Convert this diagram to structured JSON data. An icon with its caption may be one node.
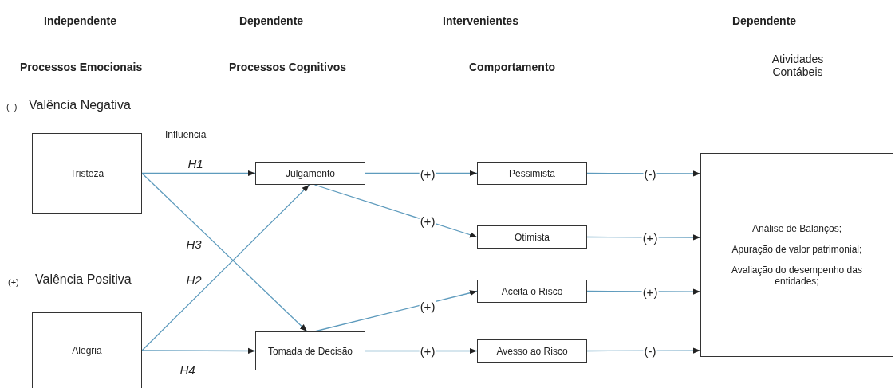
{
  "diagram": {
    "nodes": [
      {
        "text": [
          "Tristeza"
        ]
      },
      {
        "text": [
          "Alegria"
        ]
      },
      {
        "text": [
          "Julgamento"
        ]
      },
      {
        "text": [
          "Tomada de Decisão"
        ]
      },
      {
        "text": [
          "Pessimista"
        ]
      },
      {
        "text": [
          "Otimista"
        ]
      },
      {
        "text": [
          "Aceita o Risco"
        ]
      },
      {
        "text": [
          "Avesso ao Risco"
        ]
      },
      {
        "text": [
          "Análise de Balanços;",
          "Apuração de valor patrimonial;",
          "Avaliação do desempenho das entidades;"
        ]
      }
    ],
    "edges": [
      {
        "from": 0,
        "to": 2,
        "arrow": "to",
        "label": "H1"
      },
      {
        "from": 0,
        "to": 3,
        "arrow": "to",
        "label": "H3"
      },
      {
        "from": 1,
        "to": 2,
        "arrow": "to",
        "label": "H2"
      },
      {
        "from": 1,
        "to": 3,
        "arrow": "to",
        "label": "H4"
      },
      {
        "from": 2,
        "to": 4,
        "arrow": "to",
        "label": "(+)"
      },
      {
        "from": 2,
        "to": 5,
        "arrow": "to",
        "label": "(+)"
      },
      {
        "from": 3,
        "to": 6,
        "arrow": "to",
        "label": "(+)"
      },
      {
        "from": 3,
        "to": 7,
        "arrow": "to",
        "label": "(+)"
      },
      {
        "from": 4,
        "to": 8,
        "arrow": "to",
        "label": "(-)"
      },
      {
        "from": 5,
        "to": 8,
        "arrow": "to",
        "label": "(+)"
      },
      {
        "from": 6,
        "to": 8,
        "arrow": "to",
        "label": "(+)"
      },
      {
        "from": 7,
        "to": 8,
        "arrow": "to",
        "label": "(-)"
      }
    ],
    "labels": [
      "Independente",
      "Dependente",
      "Intervenientes",
      "Dependente",
      "Processos Emocionais",
      "Processos Cognitivos",
      "Comportamento",
      "Atividades Contábeis",
      "(–)",
      "Valência Negativa",
      "Influencia",
      "(+)",
      "Valência Positiva"
    ]
  }
}
